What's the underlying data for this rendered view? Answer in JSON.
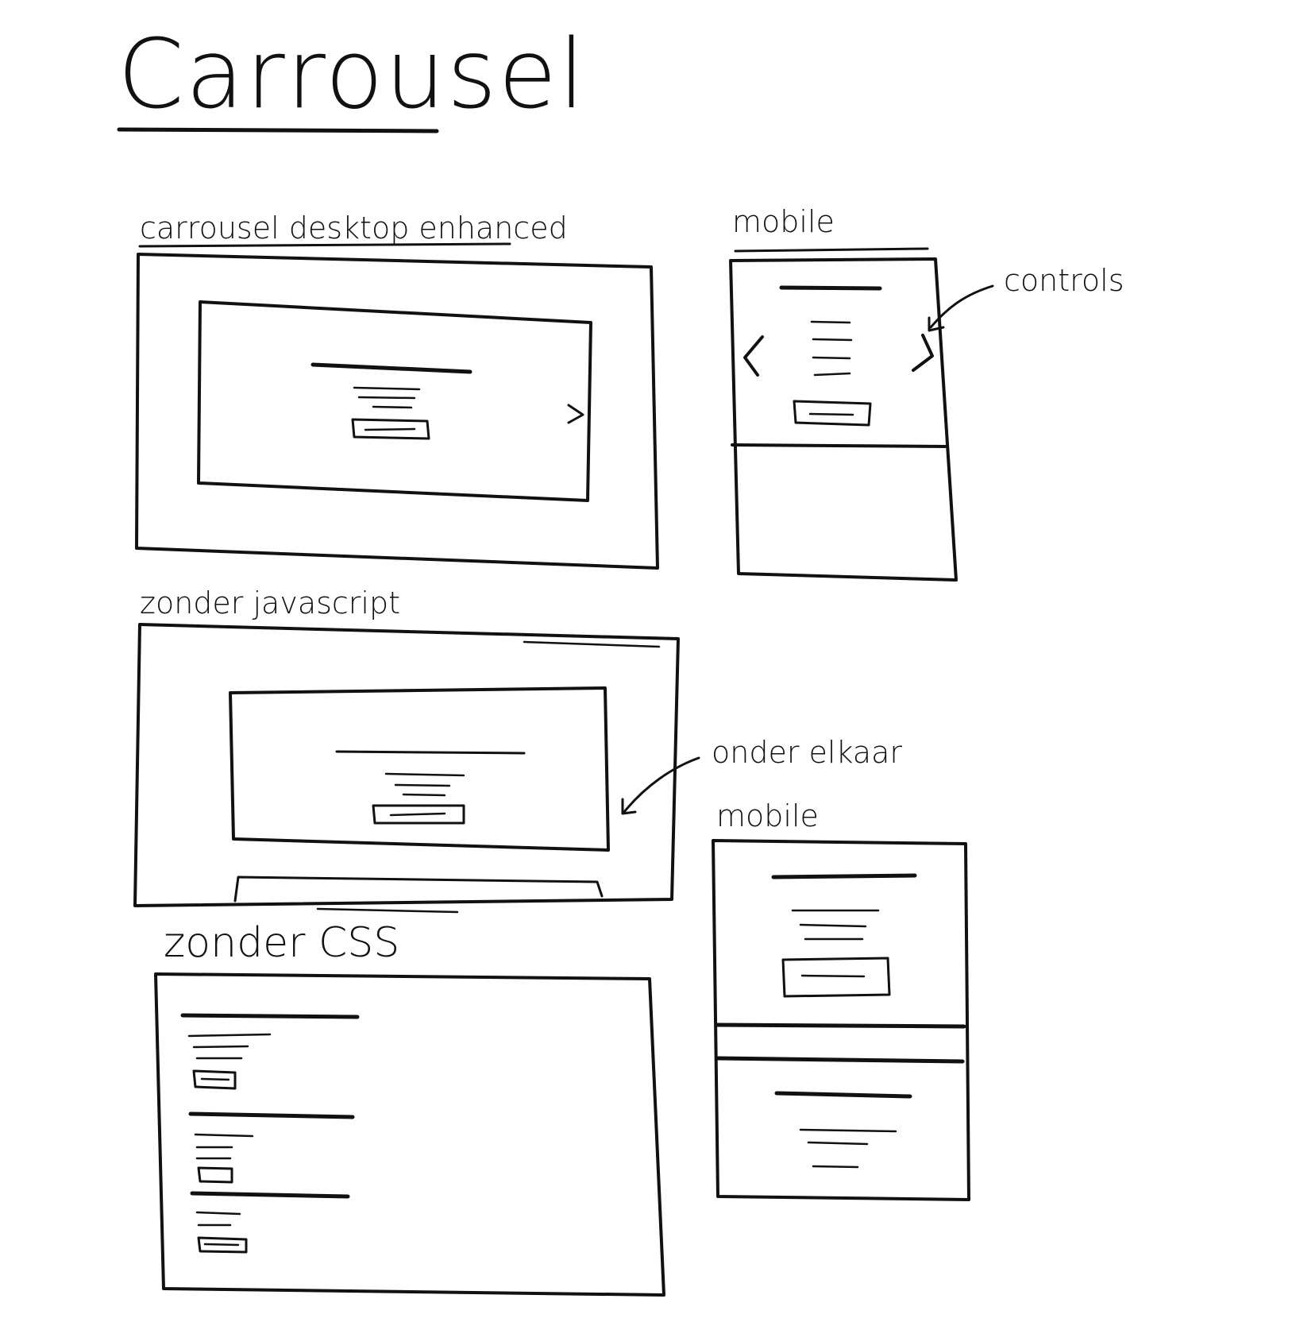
{
  "page": {
    "title": "Carrousel"
  },
  "sketches": {
    "desktop": {
      "label": "carrousel desktop enhanced",
      "controls": ">"
    },
    "mobile": {
      "label": "mobile",
      "controls_prev": "<",
      "controls_next": ">"
    },
    "no_js": {
      "label": "zonder javascript"
    },
    "no_js_mobile": {
      "label": "mobile"
    },
    "no_css": {
      "label": "zonder CSS"
    }
  },
  "annotations": {
    "controls": "controls",
    "stacked": "onder elkaar"
  }
}
